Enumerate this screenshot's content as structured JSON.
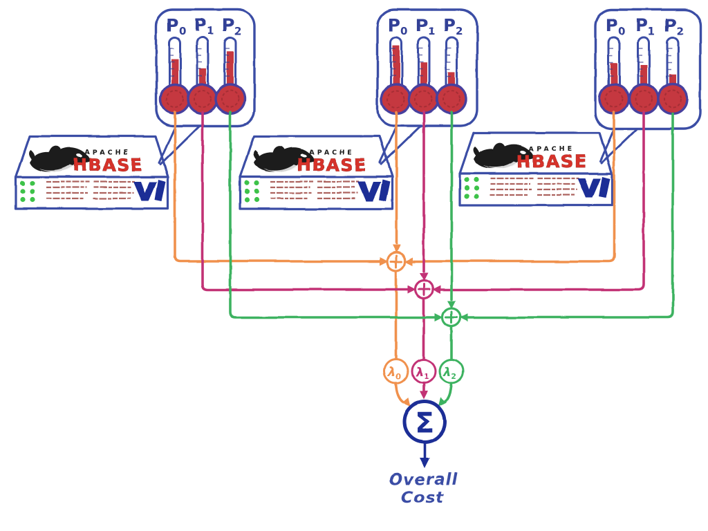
{
  "colors": {
    "ink_blue": "#3b4da5",
    "deep_blue": "#1e2f96",
    "orange": "#f0914e",
    "magenta": "#c23375",
    "green": "#3cb261",
    "thermo_red": "#c5383f",
    "bulb_outline": "#47409e",
    "hbase_red": "#d63129",
    "apache_black": "#1a1a1a",
    "led_green": "#3ec24a",
    "scribble_red": "#a3524d"
  },
  "servers": [
    {
      "brand_line1": "APACHE",
      "brand_line2": "HBASE"
    },
    {
      "brand_line1": "APACHE",
      "brand_line2": "HBASE"
    },
    {
      "brand_line1": "APACHE",
      "brand_line2": "HBASE"
    }
  ],
  "panels": [
    {
      "thermometers": [
        {
          "label": "P",
          "sub": "0",
          "level": 0.62,
          "wire_color": "#f0914e"
        },
        {
          "label": "P",
          "sub": "1",
          "level": 0.42,
          "wire_color": "#c23375"
        },
        {
          "label": "P",
          "sub": "2",
          "level": 0.8,
          "wire_color": "#3cb261"
        }
      ]
    },
    {
      "thermometers": [
        {
          "label": "P",
          "sub": "0",
          "level": 0.93,
          "wire_color": "#f0914e"
        },
        {
          "label": "P",
          "sub": "1",
          "level": 0.55,
          "wire_color": "#c23375"
        },
        {
          "label": "P",
          "sub": "2",
          "level": 0.35,
          "wire_color": "#3cb261"
        }
      ]
    },
    {
      "thermometers": [
        {
          "label": "P",
          "sub": "0",
          "level": 0.55,
          "wire_color": "#f0914e"
        },
        {
          "label": "P",
          "sub": "1",
          "level": 0.5,
          "wire_color": "#c23375"
        },
        {
          "label": "P",
          "sub": "2",
          "level": 0.3,
          "wire_color": "#3cb261"
        }
      ]
    }
  ],
  "junctions": [
    {
      "metric": "P0",
      "color": "#f0914e"
    },
    {
      "metric": "P1",
      "color": "#c23375"
    },
    {
      "metric": "P2",
      "color": "#3cb261"
    }
  ],
  "lambdas": [
    {
      "label": "λ",
      "sub": "0",
      "color": "#f0914e"
    },
    {
      "label": "λ",
      "sub": "1",
      "color": "#c23375"
    },
    {
      "label": "λ",
      "sub": "2",
      "color": "#3cb261"
    }
  ],
  "sum": {
    "label": "Σ"
  },
  "output": {
    "line1": "Overall",
    "line2": "Cost"
  },
  "icons": [
    "thermometer-icon",
    "orca-icon",
    "vendor-logo-icon",
    "led-icon",
    "sum-junction-icon",
    "down-arrow-icon"
  ]
}
